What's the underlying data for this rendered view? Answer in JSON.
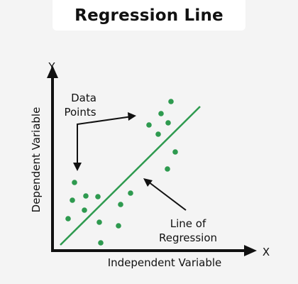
{
  "title": "Regression Line",
  "axes": {
    "y_letter": "Y",
    "x_letter": "X",
    "y_label": "Dependent Variable",
    "x_label": "Independent Variable"
  },
  "annotations": {
    "data_points_line1": "Data",
    "data_points_line2": "Points",
    "regression_line1": "Line of",
    "regression_line2": "Regression"
  },
  "colors": {
    "axis": "#111111",
    "point": "#2e9a4f",
    "regression": "#2e9a4f",
    "title_bg": "#ffffff",
    "background": "#f4f4f4"
  }
}
